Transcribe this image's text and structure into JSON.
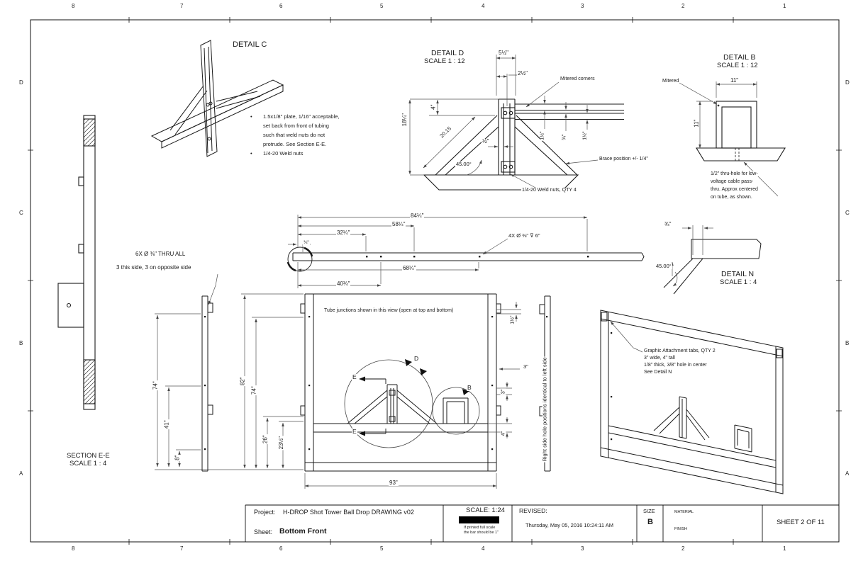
{
  "zones": {
    "cols": [
      "8",
      "7",
      "6",
      "5",
      "4",
      "3",
      "2",
      "1"
    ],
    "rows": [
      "D",
      "C",
      "B",
      "A"
    ]
  },
  "section_ee": {
    "title": "SECTION E-E",
    "scale": "SCALE 1 : 4"
  },
  "detail_c": {
    "title": "DETAIL C",
    "bullet": "•",
    "l1": "1.5x1/8\" plate, 1/16\" acceptable,",
    "l2": "set back from front of tubing",
    "l3": "such that weld nuts do not",
    "l4": "protrude.  See Section E-E.",
    "l5": "1/4-20 Weld nuts"
  },
  "detail_d": {
    "title": "DETAIL D",
    "scale": "SCALE 1 : 12",
    "d5": "5½\"",
    "d2": "2½\"",
    "d4": "4\"",
    "d18": "18¼\"",
    "d20": "20.15",
    "dhalf": "½\"",
    "angle": "45.00°",
    "r1": "1½\"",
    "r2": "¾\"",
    "r3": "1½\"",
    "mitered": "Mitered corners",
    "brace": "Brace position +/- 1/4\"",
    "weld": "1/4-20 Weld nuts, QTY 4"
  },
  "detail_b": {
    "title": "DETAIL B",
    "scale": "SCALE 1 : 12",
    "w": "11\"",
    "h": "11\"",
    "mitered": "Mitered",
    "n1": "1/2\" thru-hole for low-",
    "n2": "voltage cable pass-",
    "n3": "thru.  Approx centered",
    "n4": "on tube, as shown."
  },
  "detail_n": {
    "title": "DETAIL N",
    "scale": "SCALE 1 : 4",
    "t": "¾\"",
    "angle": "45.00°"
  },
  "top_view": {
    "d84": "84¼\"",
    "d58": "58¼\"",
    "d32": "32¼\"",
    "d34": "¾\"",
    "d68": "68¼\"",
    "d40": "40¾\"",
    "callout": "4X Ø ⅜\" ⊽ 6\""
  },
  "front_view": {
    "note": "Tube junctions shown in this view (open at top and bottom)",
    "d82": "82\"",
    "d74": "74\"",
    "d26": "26\"",
    "d23": "23½\"",
    "d15": "1½\"",
    "d3a": "3\"",
    "d3b": "3\"",
    "d4": "4\"",
    "d93": "93\"",
    "cd": "D",
    "cb": "B",
    "e": "E"
  },
  "side_view": {
    "d74": "74\"",
    "d41": "41\"",
    "d8": "8\""
  },
  "right_view": {
    "note": "Right side hole positions identical to left side"
  },
  "iso_view": {
    "n1": "Graphic Attachment tabs, QTY 2",
    "n2": "3\" wide, 4\" tall",
    "n3": "1/8\" thick, 3/8\" hole in center",
    "n4": "See Detail N"
  },
  "thru_note": {
    "l1": "6X Ø ⅜\" THRU ALL",
    "l2": "3 this side, 3 on opposite side"
  },
  "title_block": {
    "project_label": "Project:",
    "project": "H-DROP Shot Tower Ball Drop DRAWING v02",
    "sheet_label": "Sheet:",
    "sheet_name": "Bottom Front",
    "scale": "SCALE: 1:24",
    "note1": "If printed full scale",
    "note2": "the bar should be 1\"",
    "revised_label": "REVISED:",
    "revised": "Thursday, May 05, 2016 10:24:11 AM",
    "size_label": "SIZE",
    "size": "B",
    "material_label": "MATERIAL",
    "finish_label": "FINISH",
    "sheet_info": "SHEET 2 OF 11"
  }
}
